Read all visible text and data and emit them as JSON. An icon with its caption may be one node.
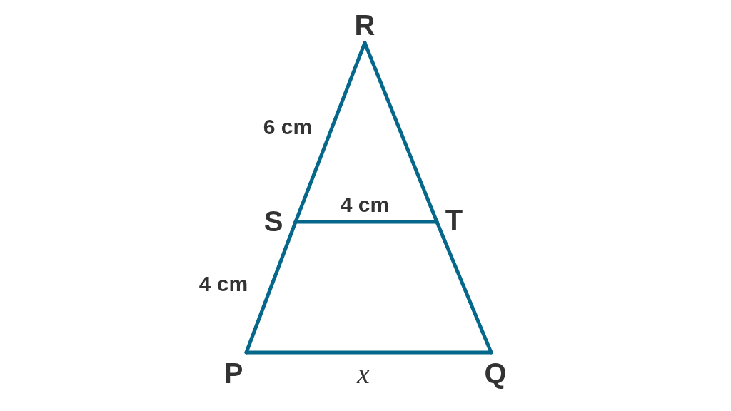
{
  "diagram": {
    "nodes": [
      {
        "text": [
          "R"
        ]
      },
      {
        "text": [
          "S"
        ]
      },
      {
        "text": [
          "T"
        ]
      },
      {
        "text": [
          "P"
        ]
      },
      {
        "text": [
          "Q"
        ]
      }
    ],
    "edges": [
      {
        "from": 0,
        "to": 1,
        "arrow": "none",
        "label": "6 cm"
      },
      {
        "from": 1,
        "to": 3,
        "arrow": "none",
        "label": "4 cm"
      },
      {
        "from": 0,
        "to": 2,
        "arrow": "none"
      },
      {
        "from": 2,
        "to": 4,
        "arrow": "none"
      },
      {
        "from": 1,
        "to": 2,
        "arrow": "none",
        "label": "4 cm"
      },
      {
        "from": 3,
        "to": 4,
        "arrow": "none",
        "label": "x"
      }
    ]
  }
}
